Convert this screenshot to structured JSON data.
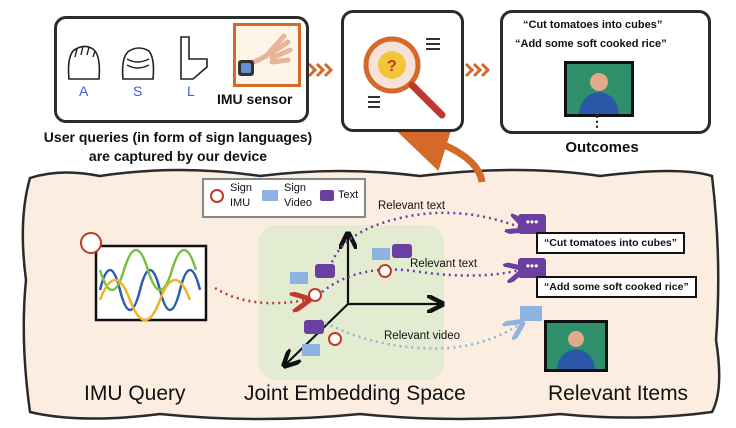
{
  "top": {
    "hand_letters": [
      "A",
      "S",
      "L"
    ],
    "imu_label": "IMU sensor",
    "query_caption": [
      "User queries (in form of sign languages)",
      "are captured by our device"
    ],
    "outcomes": {
      "quotes": [
        "“Cut tomatoes into cubes”",
        "“Add some soft cooked rice”"
      ],
      "ellipsis": "⋮",
      "caption": "Outcomes"
    }
  },
  "legend": {
    "sign_imu": [
      "Sign",
      "IMU"
    ],
    "sign_video": [
      "Sign",
      "Video"
    ],
    "text": "Text"
  },
  "bottom": {
    "relevant_text_1": "Relevant text",
    "relevant_text_2": "Relevant text",
    "relevant_video": "Relevant video",
    "item_1": "“Cut tomatoes into cubes”",
    "item_2": "“Add some soft cooked rice”",
    "captions": {
      "imu_query": "IMU Query",
      "joint_space": "Joint Embedding Space",
      "relevant_items": "Relevant Items"
    }
  },
  "colors": {
    "accent_orange": "#d4692a",
    "purple": "#6b3fa0",
    "red": "#c0392b",
    "blue_light": "#8fb3e0",
    "green_bg": "#e3ecd1"
  }
}
